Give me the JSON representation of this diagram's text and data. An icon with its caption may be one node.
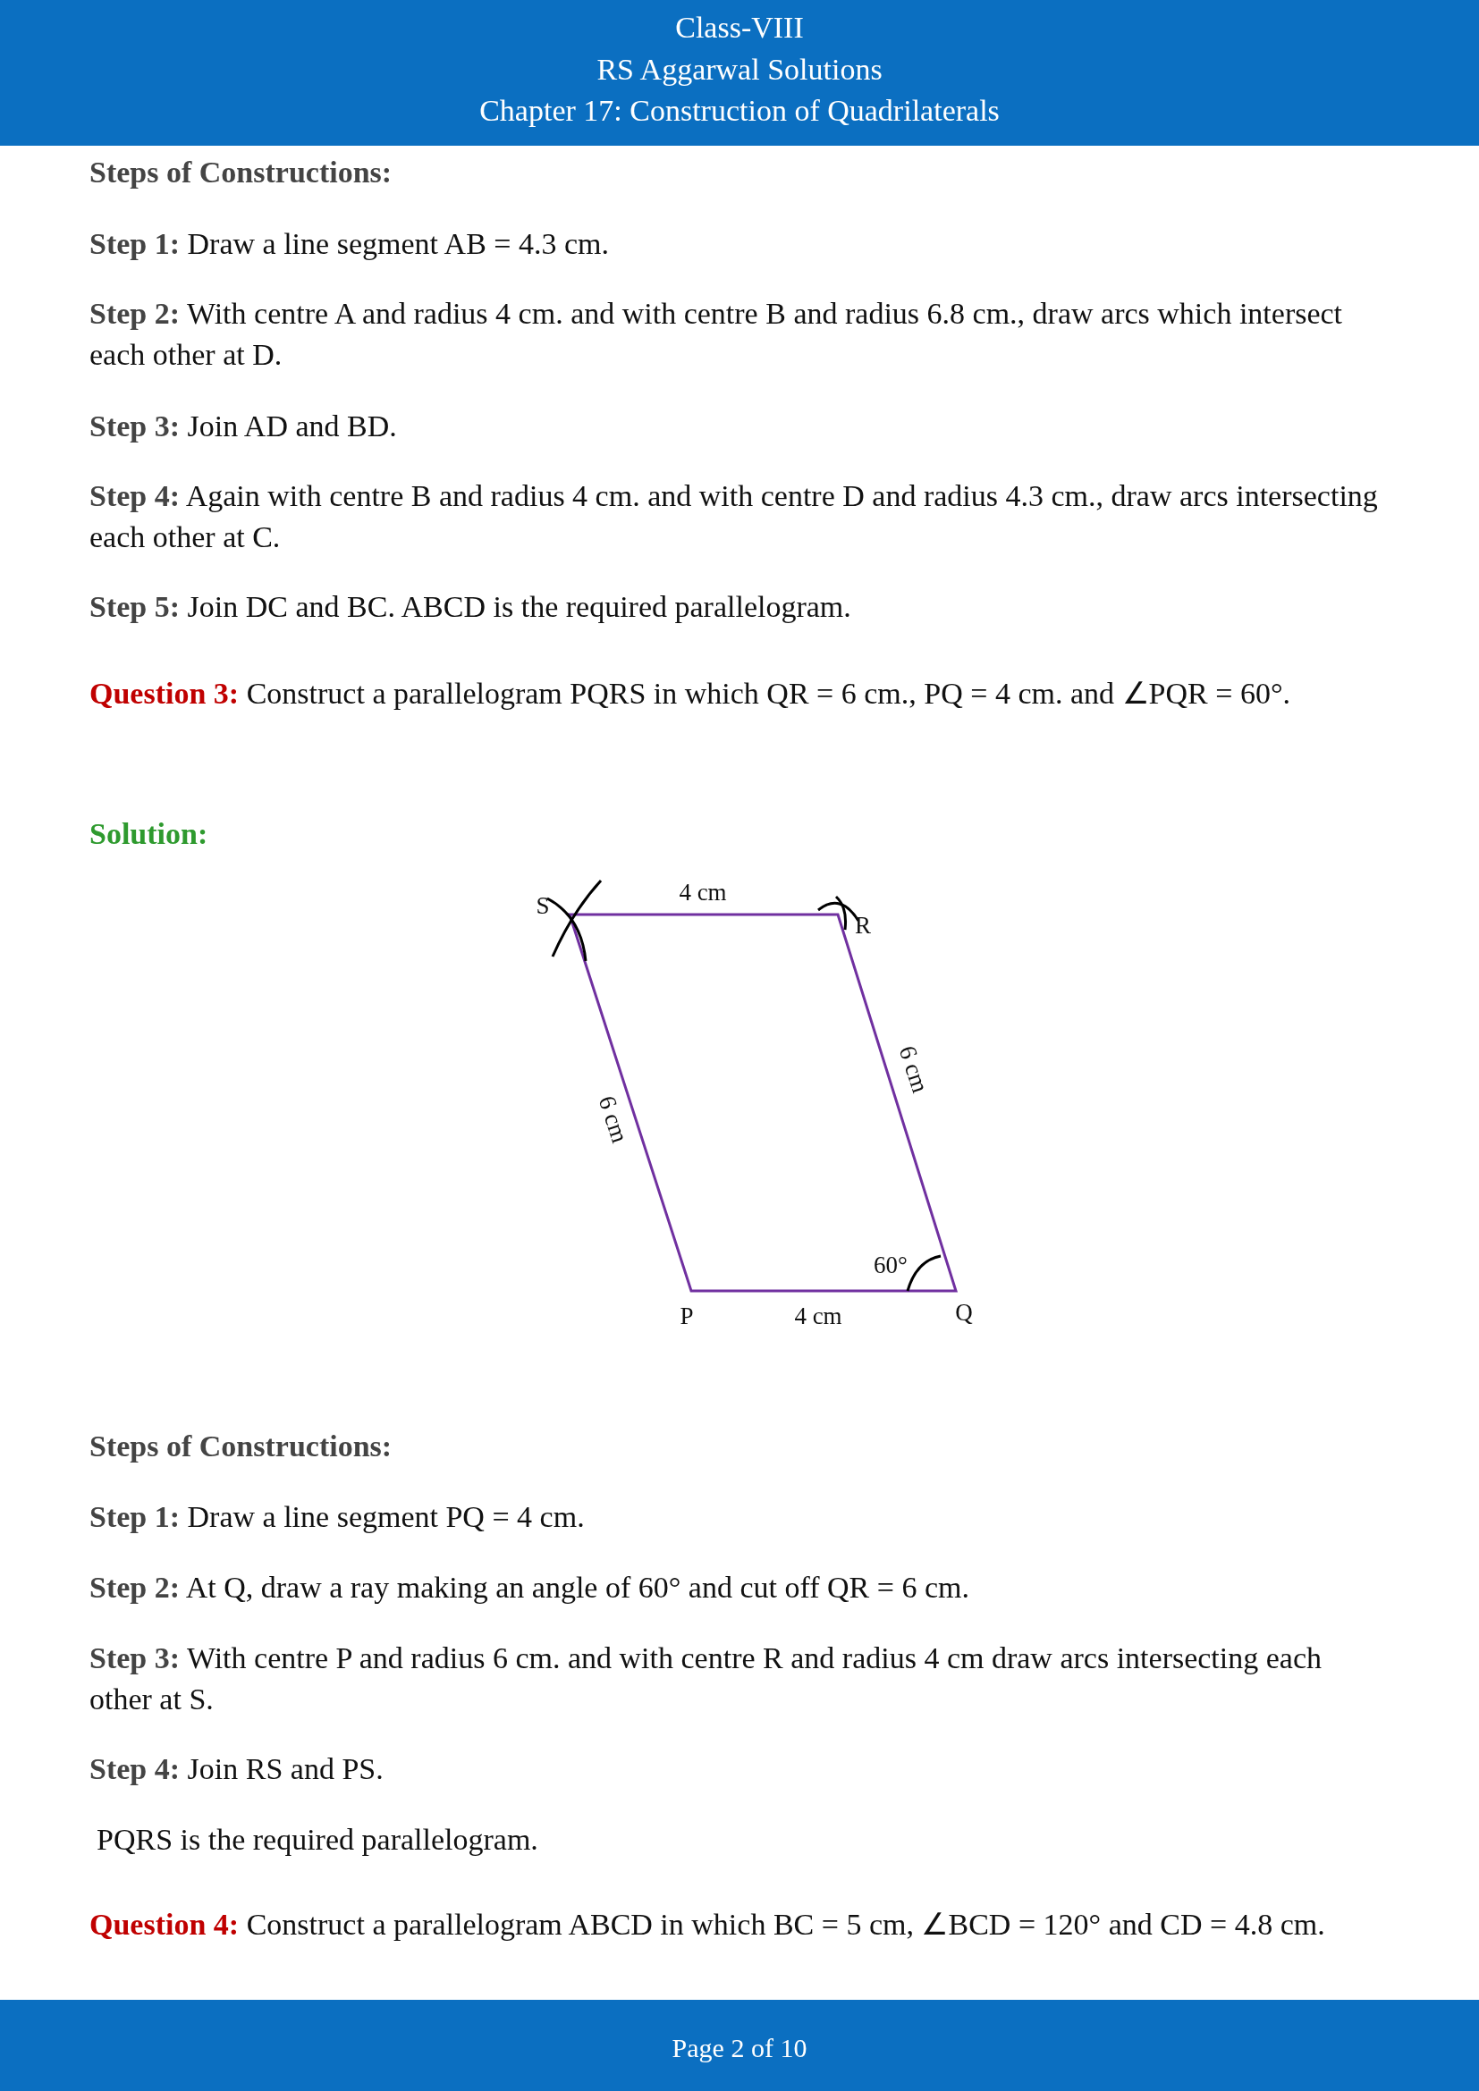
{
  "diagram": {
    "labels": [
      "Class-VIII",
      "RS Aggarwal Solutions",
      "Chapter 17: Construction of Quadrilaterals",
      "Steps of Constructions:",
      "**Step 1:** Draw a line segment AB = 4.3 cm.",
      "**Step 2:** With centre A and radius 4 cm. and with centre B and radius 6.8 cm., draw arcs which intersect each other at D.",
      "**Step 3:** Join AD and BD.",
      "**Step 4:** Again with centre B and radius 4 cm. and with centre D and radius 4.3 cm., draw arcs intersecting each other at C.",
      "**Step 5:** Join DC and BC. ABCD is the required parallelogram.",
      "**Question 3:** Construct a parallelogram PQRS in which QR = 6 cm., PQ = 4 cm. and ∠PQR = 60°.",
      "Solution:",
      "S",
      "4 cm",
      "R",
      "6 cm",
      "6 cm",
      "60°",
      "P",
      "4 cm",
      "Q",
      "Steps of Constructions:",
      "**Step 1:** Draw a line segment PQ = 4 cm.",
      "**Step 2:** At Q, draw a ray making an angle of 60° and cut off QR = 6 cm.",
      "**Step 3:** With centre P and radius 6 cm. and with centre R and radius 4 cm draw arcs intersecting each other at S.",
      "**Step 4:** Join RS and PS.",
      "PQRS is the required parallelogram.",
      "**Question 4:** Construct a parallelogram ABCD in which BC = 5 cm, ∠BCD = 120° and CD = 4.8 cm.",
      "Page 2 of 10"
    ]
  }
}
